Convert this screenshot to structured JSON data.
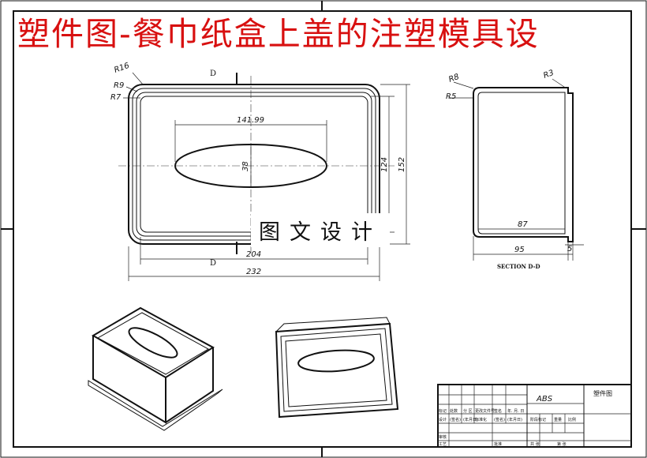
{
  "title": "塑件图-餐巾纸盒上盖的注塑模具设",
  "watermark": "图文设计",
  "top_view": {
    "section_label_top": "D",
    "section_label_bottom": "D",
    "radii": [
      "R16",
      "R9",
      "R7"
    ],
    "dim_opening_width": "141.99",
    "dim_opening_height": "38",
    "dim_inner_height": "124",
    "dim_outer_height": "152",
    "dim_inner_width": "204",
    "dim_outer_width": "232"
  },
  "section_view": {
    "radii": [
      "R8",
      "R5",
      "R3"
    ],
    "dim_inner": "87",
    "dim_outer": "95",
    "dim_flange": "5",
    "caption": "SECTION D-D"
  },
  "title_block": {
    "material": "ABS",
    "drawing_name": "塑件图",
    "header_cells": [
      "标记",
      "处数",
      "分 区",
      "更改文件号",
      "签名",
      "年. 月. 日"
    ],
    "row2_cells": [
      "设计",
      "(签名)",
      "(年月日)",
      "标准化",
      "(签名)",
      "(年月日)"
    ],
    "row3_cells": [
      "阶段标记",
      "重量",
      "比例"
    ],
    "row_bottom_left": [
      "审核",
      "工艺"
    ],
    "row_bottom_mid": [
      "批准"
    ],
    "row_bottom_right": [
      "共  张",
      "第  张"
    ]
  }
}
